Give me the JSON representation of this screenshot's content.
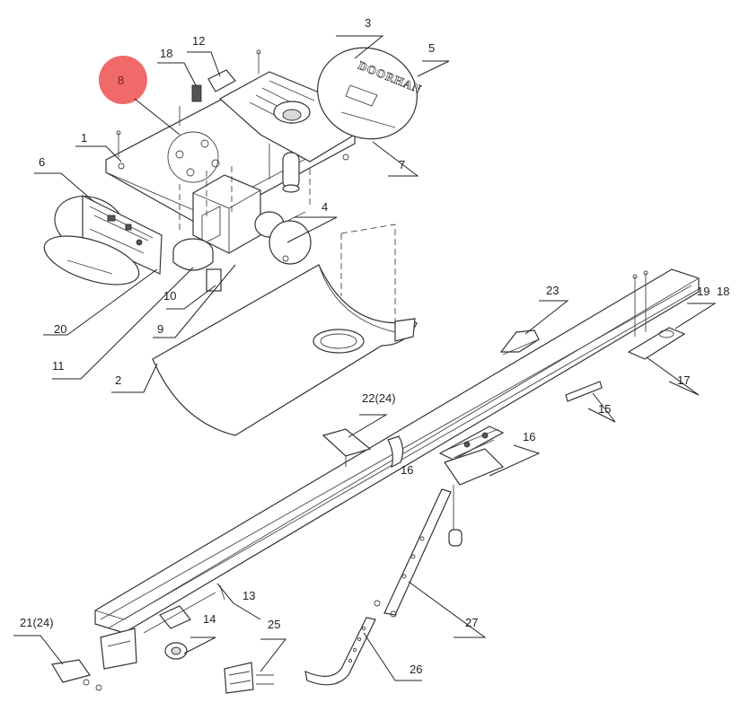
{
  "brand_logo": "DOORHAN",
  "highlight": {
    "label": "8",
    "color": "#f06a6a"
  },
  "callouts": [
    {
      "id": "c1",
      "label": "1"
    },
    {
      "id": "c2",
      "label": "2"
    },
    {
      "id": "c3",
      "label": "3"
    },
    {
      "id": "c4",
      "label": "4"
    },
    {
      "id": "c5",
      "label": "5"
    },
    {
      "id": "c6",
      "label": "6"
    },
    {
      "id": "c7",
      "label": "7"
    },
    {
      "id": "c9",
      "label": "9"
    },
    {
      "id": "c10",
      "label": "10"
    },
    {
      "id": "c11",
      "label": "11"
    },
    {
      "id": "c12",
      "label": "12"
    },
    {
      "id": "c13",
      "label": "13"
    },
    {
      "id": "c14",
      "label": "14"
    },
    {
      "id": "c15",
      "label": "15"
    },
    {
      "id": "c16",
      "label": "16"
    },
    {
      "id": "c16b",
      "label": "16"
    },
    {
      "id": "c17",
      "label": "17"
    },
    {
      "id": "c18a",
      "label": "18"
    },
    {
      "id": "c18b",
      "label": "18"
    },
    {
      "id": "c19",
      "label": "19"
    },
    {
      "id": "c20",
      "label": "20"
    },
    {
      "id": "c21",
      "label": "21(24)"
    },
    {
      "id": "c22",
      "label": "22(24)"
    },
    {
      "id": "c23",
      "label": "23"
    },
    {
      "id": "c25",
      "label": "25"
    },
    {
      "id": "c26",
      "label": "26"
    },
    {
      "id": "c27",
      "label": "27"
    }
  ]
}
